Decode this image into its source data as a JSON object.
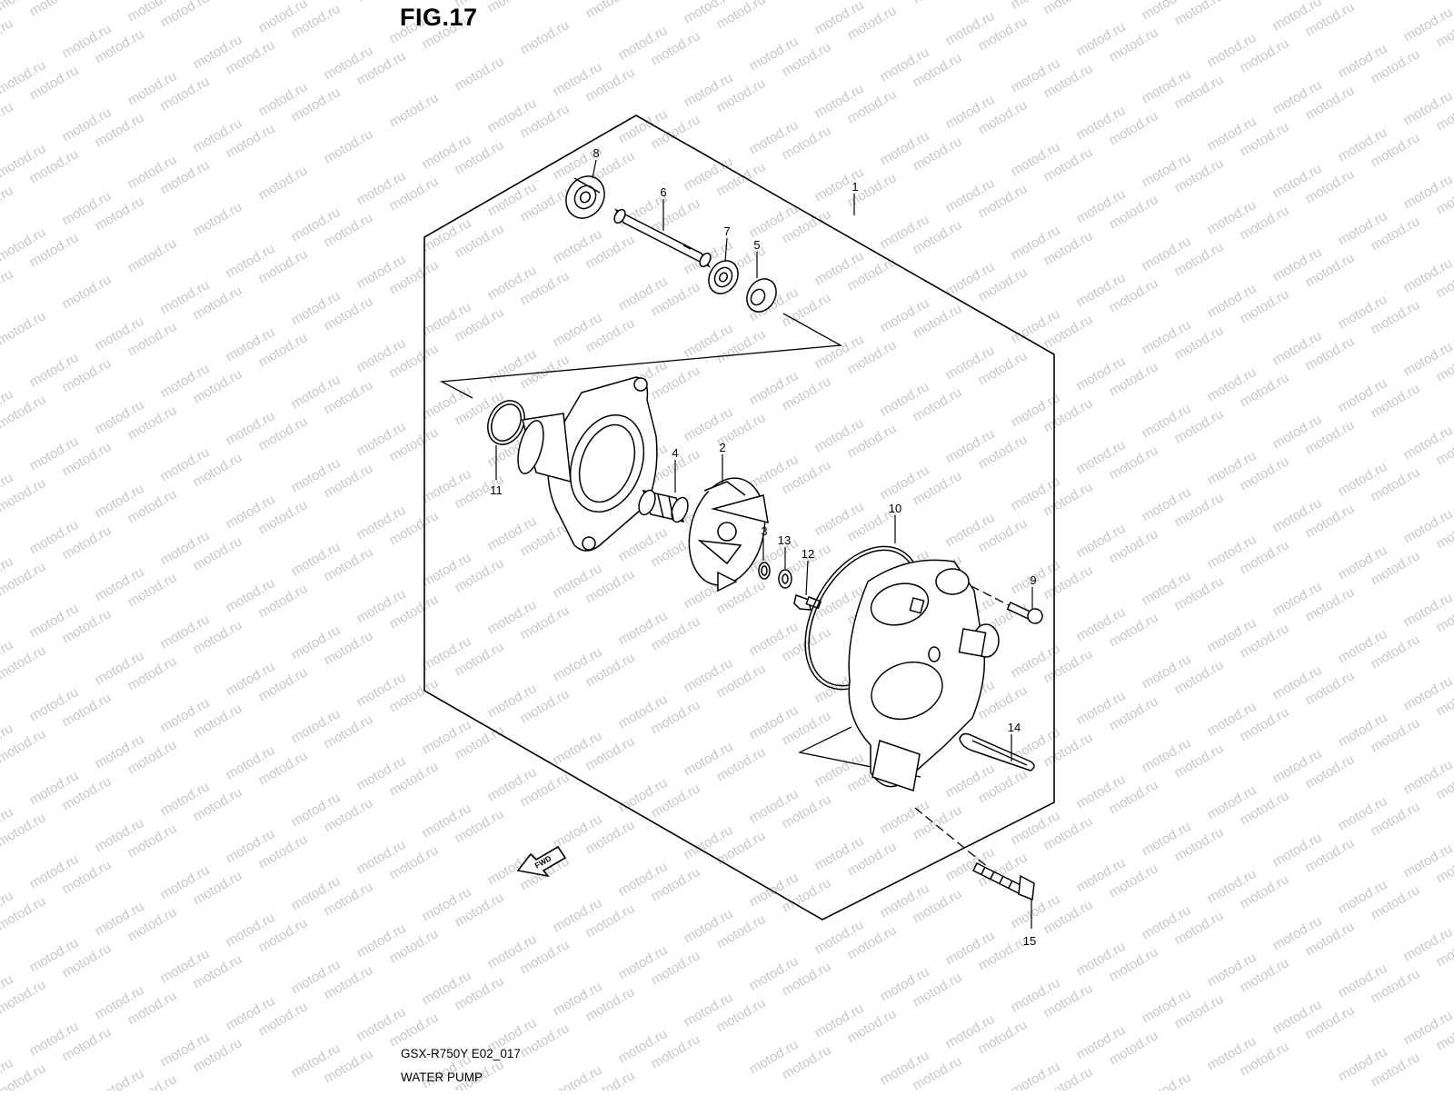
{
  "figure": {
    "title": "FIG.17",
    "code": "GSX-R750Y E02_017",
    "name": "WATER PUMP"
  },
  "watermark": {
    "text": "motod.ru",
    "color": "#c8c8c8"
  },
  "fwd_label": "FWD",
  "callouts": [
    {
      "id": "callout-8",
      "label": "8"
    },
    {
      "id": "callout-6",
      "label": "6"
    },
    {
      "id": "callout-7",
      "label": "7"
    },
    {
      "id": "callout-5",
      "label": "5"
    },
    {
      "id": "callout-1",
      "label": "1"
    },
    {
      "id": "callout-11",
      "label": "11"
    },
    {
      "id": "callout-4",
      "label": "4"
    },
    {
      "id": "callout-2",
      "label": "2"
    },
    {
      "id": "callout-3",
      "label": "3"
    },
    {
      "id": "callout-13",
      "label": "13"
    },
    {
      "id": "callout-12",
      "label": "12"
    },
    {
      "id": "callout-10",
      "label": "10"
    },
    {
      "id": "callout-9",
      "label": "9"
    },
    {
      "id": "callout-14",
      "label": "14"
    },
    {
      "id": "callout-15",
      "label": "15"
    }
  ]
}
